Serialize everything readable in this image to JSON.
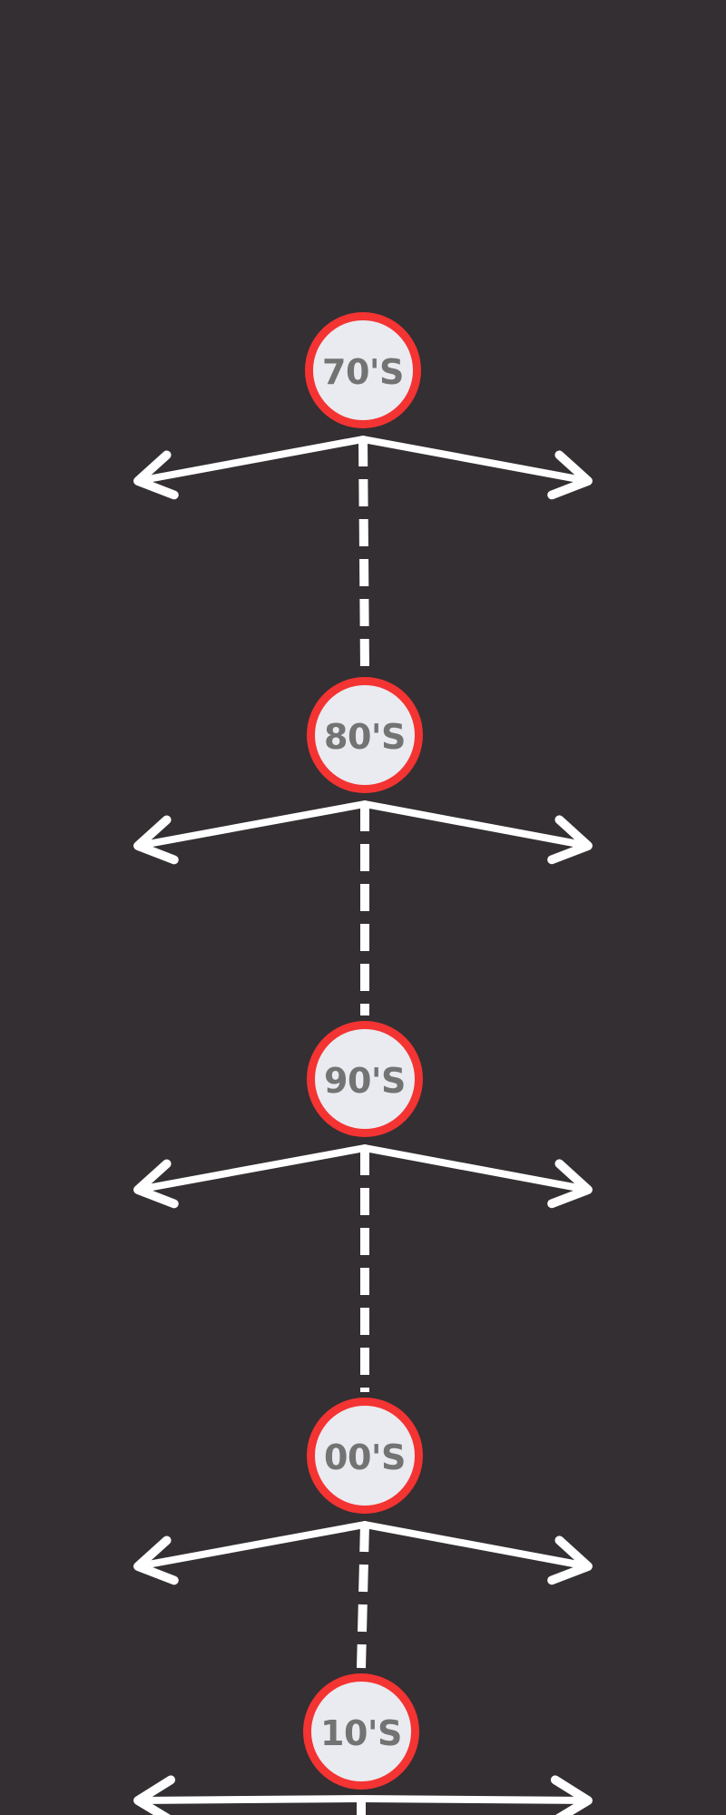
{
  "colors": {
    "background": "#332f32",
    "ring": "#f43333",
    "badge_fill": "#e9ebf0",
    "badge_text": "#737373",
    "lines": "#ffffff"
  },
  "timeline": {
    "decades": [
      {
        "label": "70'S"
      },
      {
        "label": "80'S"
      },
      {
        "label": "90'S"
      },
      {
        "label": "00'S"
      },
      {
        "label": "10'S"
      }
    ]
  }
}
